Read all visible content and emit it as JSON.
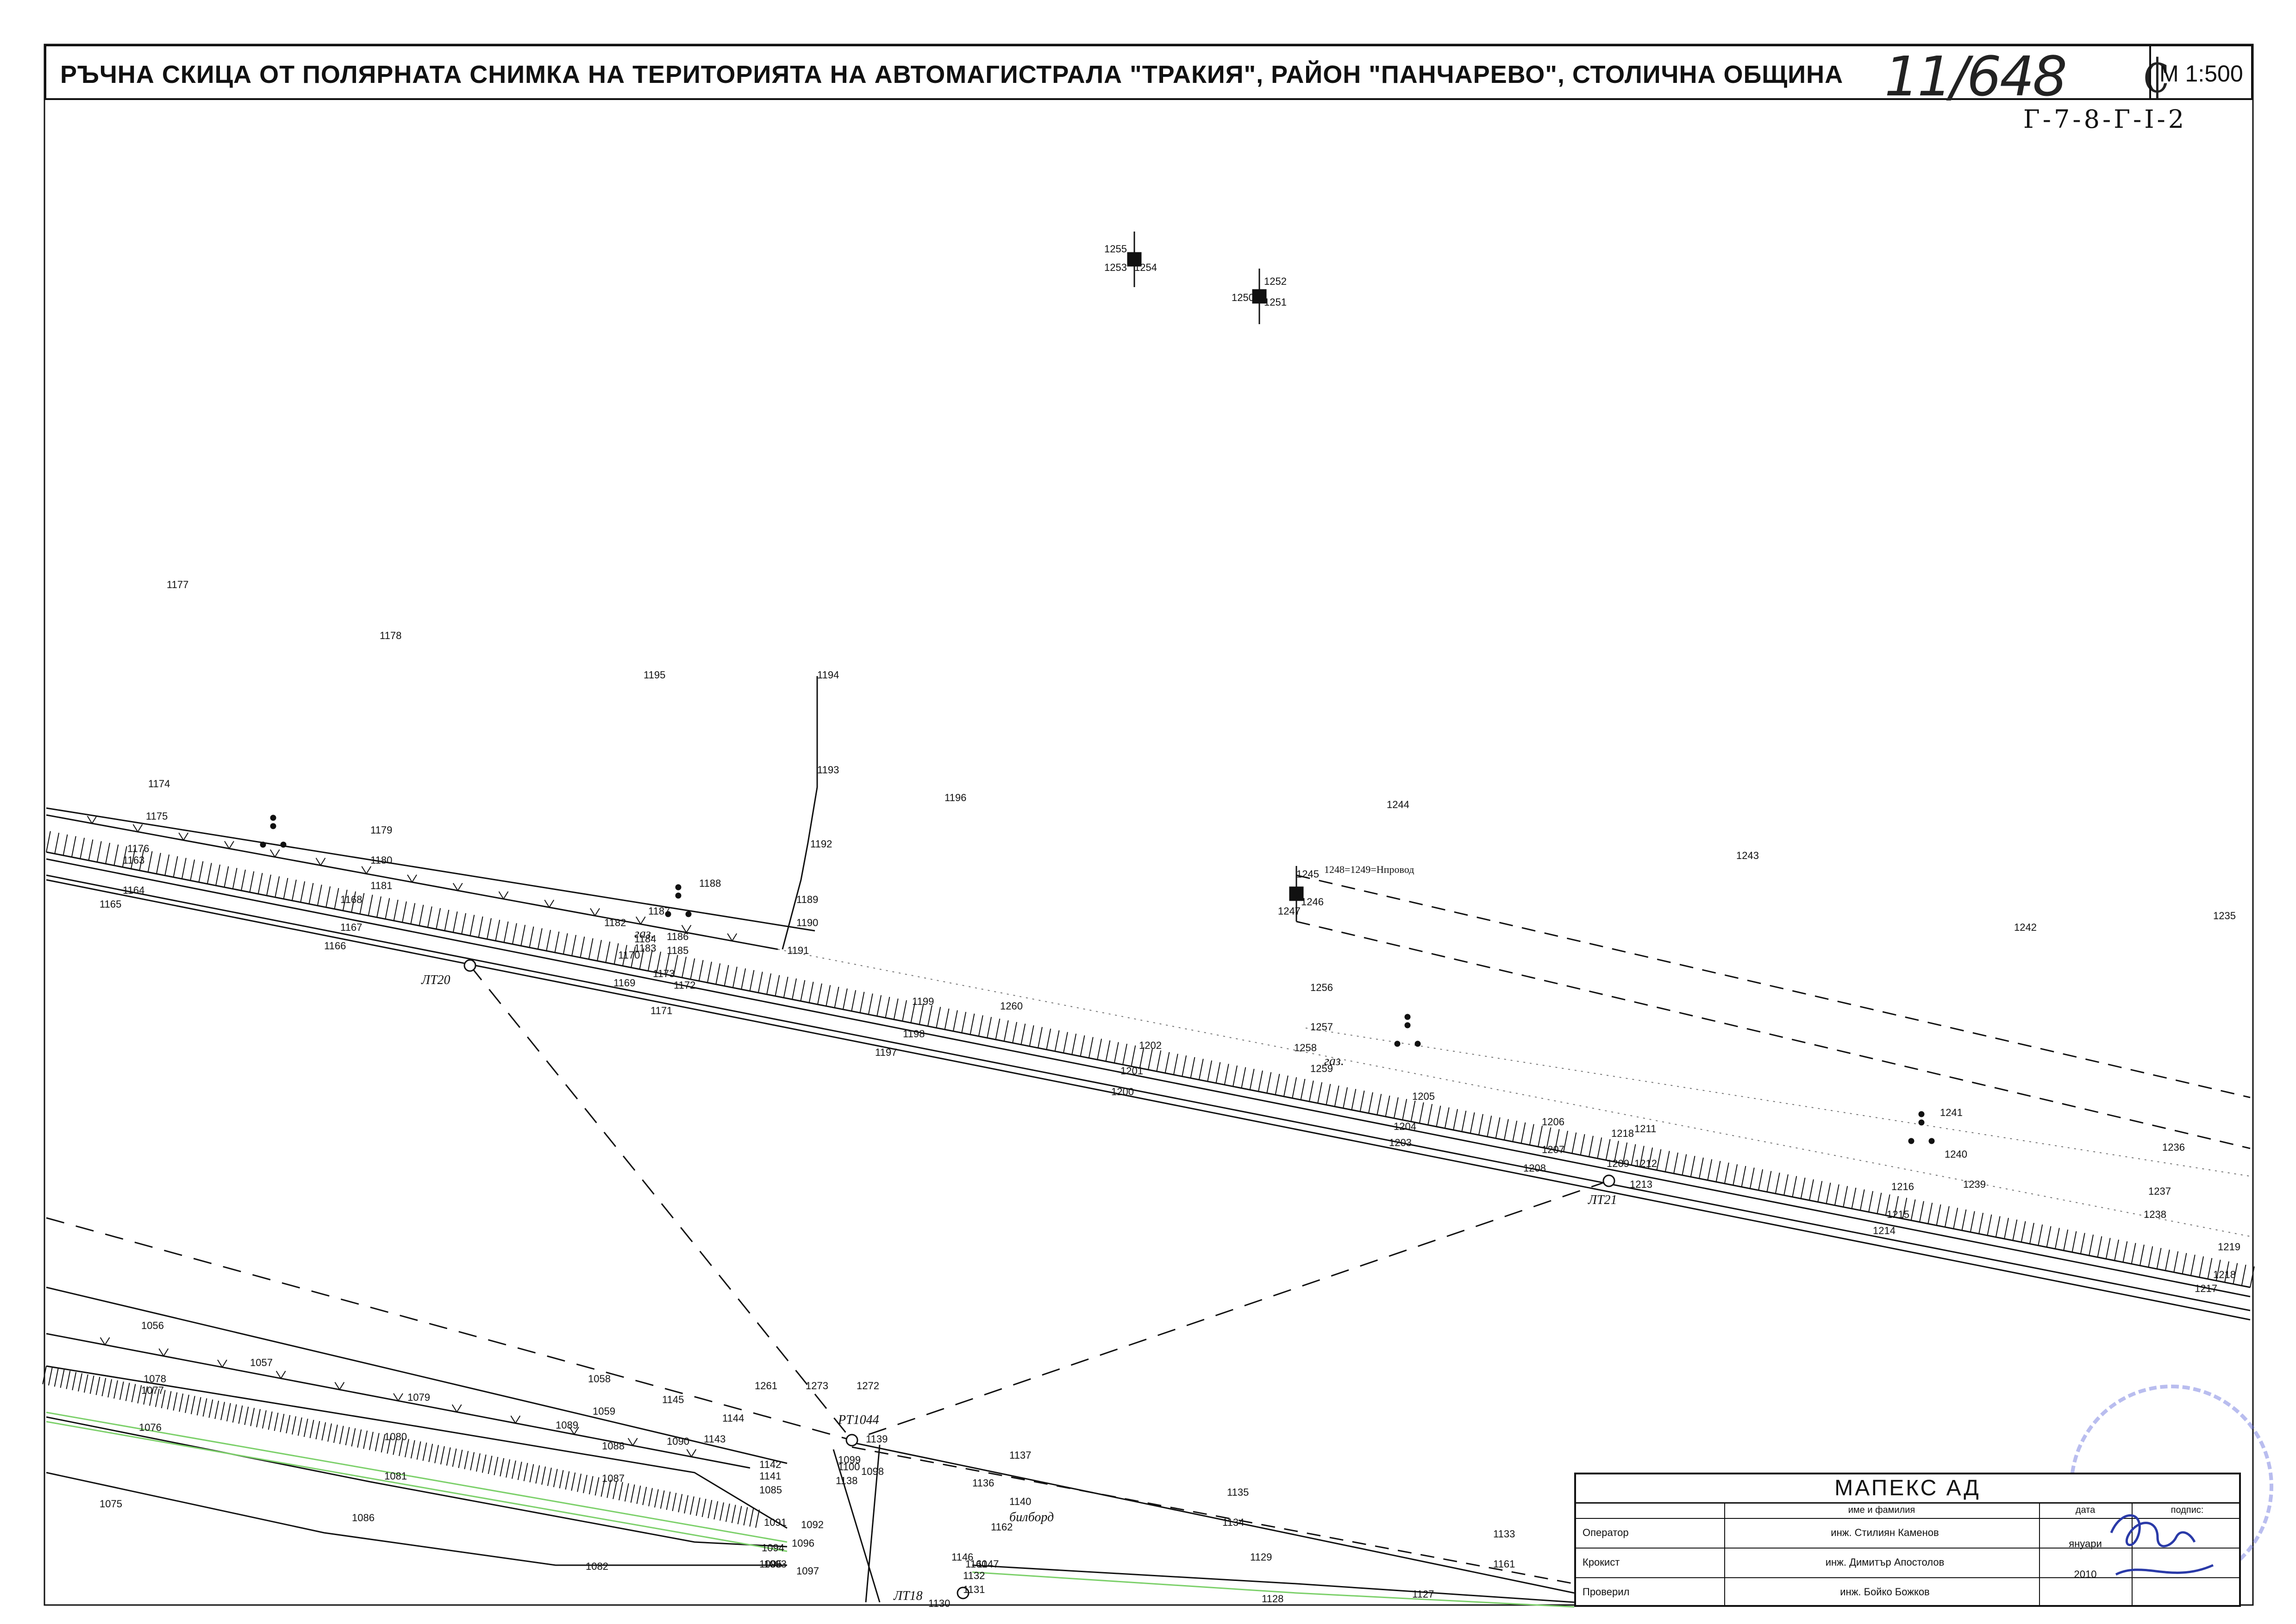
{
  "header": {
    "title": "РЪЧНА  СКИЦА ОТ ПОЛЯРНАТА СНИМКА НА ТЕРИТОРИЯТА НА АВТОМАГИСТРАЛА \"ТРАКИЯ\", РАЙОН \"ПАНЧАРЕВО\", СТОЛИЧНА ОБЩИНА",
    "handwritten_number": "11/648",
    "scale": "M 1:500",
    "sheet_code": "Г-7-8-Г-I-2"
  },
  "map": {
    "point_labels": [
      "1177",
      "1178",
      "1195",
      "1194",
      "1193",
      "1196",
      "1192",
      "1189",
      "1190",
      "1191",
      "1188",
      "1187",
      "1186",
      "1185",
      "1184",
      "1183",
      "1182",
      "1174",
      "1175",
      "1176",
      "1163",
      "1164",
      "1165",
      "1179",
      "1180",
      "1181",
      "1168",
      "1167",
      "1166",
      "1170",
      "1169",
      "1173",
      "1172",
      "1171",
      "1199",
      "1198",
      "1197",
      "1260",
      "1202",
      "1201",
      "1200",
      "1256",
      "1257",
      "1258",
      "1259",
      "1205",
      "1204",
      "1203",
      "1206",
      "1207",
      "1208",
      "1218",
      "1211",
      "1209",
      "1212",
      "1213",
      "1244",
      "1243",
      "1242",
      "1235",
      "1241",
      "1240",
      "1236",
      "1216",
      "1239",
      "1215",
      "1237",
      "1238",
      "1214",
      "1219",
      "1218",
      "1217",
      "1255",
      "1253",
      "1254",
      "1252",
      "1250",
      "1251",
      "1245",
      "1246",
      "1247",
      "1056",
      "1057",
      "1058",
      "1059",
      "1145",
      "1144",
      "1143",
      "1090",
      "1142",
      "1141",
      "1078",
      "1077",
      "1076",
      "1075",
      "1079",
      "1089",
      "1080",
      "1081",
      "1088",
      "1087",
      "1086",
      "1082",
      "1085",
      "1091",
      "1092",
      "1093",
      "1096",
      "1094",
      "1095",
      "1097",
      "1099",
      "1100",
      "1098",
      "1138",
      "1139",
      "1137",
      "1136",
      "1140",
      "1162",
      "1135",
      "1134",
      "1133",
      "1161",
      "1146",
      "1160",
      "1147",
      "1132",
      "1131",
      "1130",
      "1129",
      "1128",
      "1127",
      "1261",
      "1273",
      "1272"
    ],
    "network_labels": [
      "ЛТ20",
      "ЛТ21",
      "ЛТ18",
      "РТ1044"
    ],
    "annotations": [
      "газ.",
      "газ.",
      "билборд",
      "1248=1249=Нпровод"
    ]
  },
  "titleblock": {
    "company": "МАПЕКС  АД",
    "name_header": "име и фамилия",
    "date_header": "дата",
    "signature_header": "подпис:",
    "rows": [
      {
        "role": "Оператор",
        "name": "инж. Стилиян Каменов"
      },
      {
        "role": "Крокист",
        "name": "инж. Димитър Апостолов"
      },
      {
        "role": "Проверил",
        "name": "инж. Бойко Божков"
      }
    ],
    "date_month": "януари",
    "date_year": "2010"
  },
  "colors": {
    "ink": "#111111",
    "green_line": "#7cd06a",
    "stamp": "#6a78dc"
  }
}
